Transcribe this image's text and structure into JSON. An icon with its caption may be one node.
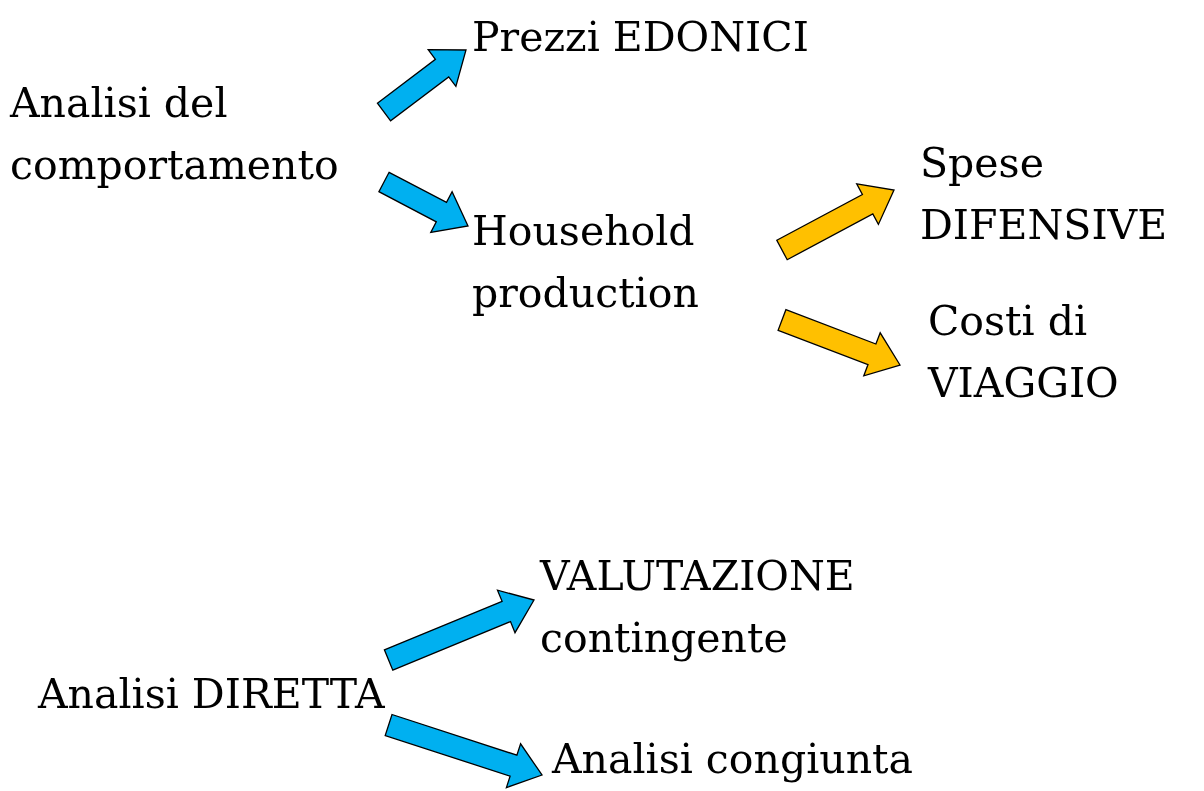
{
  "diagram": {
    "nodes": [
      {
        "text": [
          "Analisi del comportamento"
        ]
      },
      {
        "text": [
          "Prezzi EDONICI"
        ]
      },
      {
        "text": [
          "Household production"
        ]
      },
      {
        "text": [
          "Spese DIFENSIVE"
        ]
      },
      {
        "text": [
          "Costi di VIAGGIO"
        ]
      },
      {
        "text": [
          "Analisi DIRETTA"
        ]
      },
      {
        "text": [
          "VALUTAZIONE contingente"
        ]
      },
      {
        "text": [
          "Analisi congiunta"
        ]
      }
    ],
    "edges": [
      {
        "from": 0,
        "to": 1,
        "arrow": "to"
      },
      {
        "from": 0,
        "to": 2,
        "arrow": "to"
      },
      {
        "from": 2,
        "to": 3,
        "arrow": "to",
        "color": "#ffc000"
      },
      {
        "from": 2,
        "to": 4,
        "arrow": "to",
        "color": "#ffc000"
      },
      {
        "from": 5,
        "to": 6,
        "arrow": "to"
      },
      {
        "from": 5,
        "to": 7,
        "arrow": "to"
      }
    ]
  }
}
